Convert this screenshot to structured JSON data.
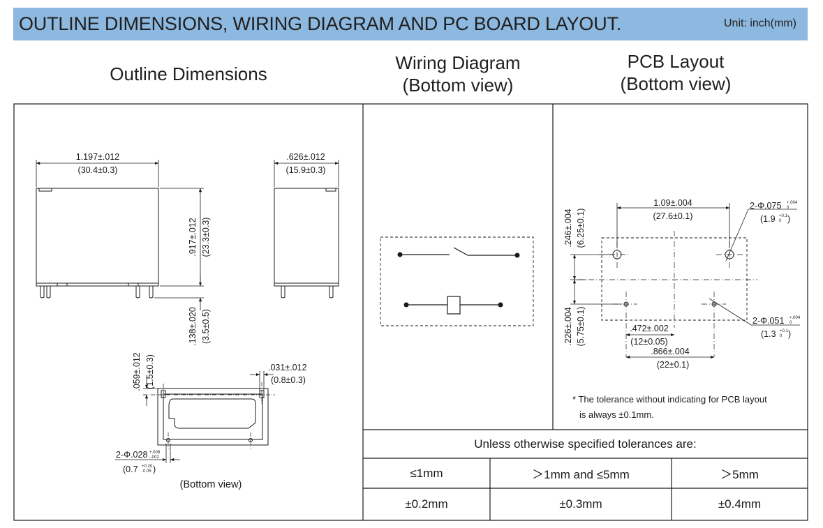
{
  "header": {
    "title": "OUTLINE DIMENSIONS, WIRING DIAGRAM AND PC BOARD LAYOUT.",
    "unit": "Unit: inch(mm)"
  },
  "columns": {
    "outline_title": "Outline Dimensions",
    "wiring_title_1": "Wiring Diagram",
    "wiring_title_2": "(Bottom view)",
    "pcb_title_1": "PCB Layout",
    "pcb_title_2": "(Bottom view)"
  },
  "outline": {
    "width_in": "1.197±.012",
    "width_mm": "(30.4±0.3)",
    "depth_in": ".626±.012",
    "depth_mm": "(15.9±0.3)",
    "height_in": ".917±.012",
    "height_mm": "(23.3±0.3)",
    "pin_len_in": ".138±.020",
    "pin_len_mm": "(3.5±0.5)",
    "edge_in": ".059±.012",
    "edge_mm": "(1.5±0.3)",
    "pin_w_in": ".031±.012",
    "pin_w_mm": "(0.8±0.3)",
    "hole_in": "2-Φ.028",
    "hole_in_tol_up": "+.008",
    "hole_in_tol_dn": "-.002",
    "hole_mm": "(0.7",
    "hole_mm_tol_up": "+0.20",
    "hole_mm_tol_dn": "-0.05",
    "hole_mm_close": ")",
    "bottom_view": "(Bottom view)"
  },
  "pcb": {
    "pitch_in": "1.09±.004",
    "pitch_mm": "(27.6±0.1)",
    "top_in": ".246±.004",
    "top_mm": "(6.25±0.1)",
    "bot_in": ".226±.004",
    "bot_mm": "(5.75±0.1)",
    "hole_big_in": "2-Φ.075",
    "hole_big_in_tol_up": "+.004",
    "hole_big_in_tol_dn": "0",
    "hole_big_mm": "(1.9",
    "hole_big_mm_tol_up": "+0.1",
    "hole_big_mm_tol_dn": "0",
    "hole_big_mm_close": ")",
    "hole_small_in": "2-Φ.051",
    "hole_small_in_tol_up": "+.004",
    "hole_small_in_tol_dn": "0",
    "hole_small_mm": "(1.3",
    "hole_small_mm_tol_up": "+0.1",
    "hole_small_mm_tol_dn": "0",
    "hole_small_mm_close": ")",
    "inner_in": ".472±.002",
    "inner_mm": "(12±0.05)",
    "outer_in": ".866±.004",
    "outer_mm": "(22±0.1)",
    "note_1": "* The tolerance without indicating for PCB layout",
    "note_2": "is always ±0.1mm."
  },
  "tolerance_table": {
    "caption": "Unless otherwise specified tolerances are:",
    "headers": [
      "≤1mm",
      "＞1mm and ≤5mm",
      "＞5mm"
    ],
    "values": [
      "±0.2mm",
      "±0.3mm",
      "±0.4mm"
    ]
  }
}
